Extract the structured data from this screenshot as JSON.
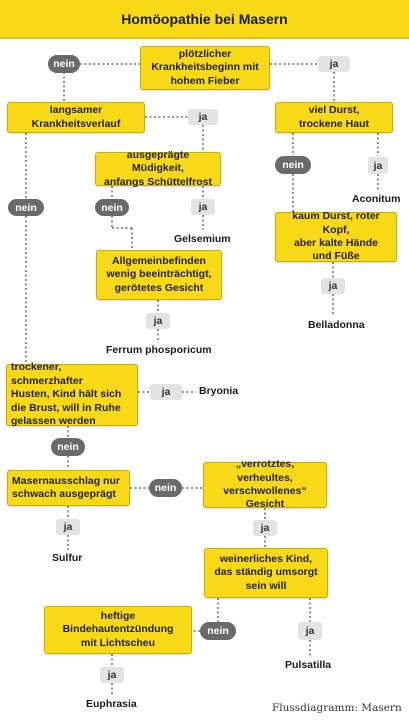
{
  "title": "Homöopathie bei Masern",
  "nodes": {
    "onset": "plötzlicher\nKrankheitsbeginn mit\nhohem Fieber",
    "slow": "langsamer\nKrankheitsverlauf",
    "thirst": "viel Durst,\ntrockene Haut",
    "fatigue": "ausgeprägte Müdigkeit,\nanfangs Schüttelfrost",
    "redhead": "kaum Durst, roter Kopf,\naber kalte Hände\nund Füße",
    "general": "Allgemeinbefinden\nwenig beeinträchtigt,\ngerötetes Gesicht",
    "cough": "trockener, schmerzhafter\nHusten, Kind hält sich\ndie Brust, will in Ruhe\ngelassen werden",
    "rash": "Masernausschlag nur\nschwach ausgeprägt",
    "swollen": "„verrotztes, verheultes,\nverschwollenes“\nGesicht",
    "weepy": "weinerliches Kind,\ndas ständig umsorgt\nsein will",
    "conjunct": "heftige\nBindehautentzündung\nmit Lichtscheu"
  },
  "labels": {
    "yes": "ja",
    "no": "nein"
  },
  "remedies": {
    "aconitum": "Aconitum",
    "gelsemium": "Gelsemium",
    "belladonna": "Belladonna",
    "ferrum": "Ferrum phosporicum",
    "bryonia": "Bryonia",
    "sulfur": "Sulfur",
    "pulsatilla": "Pulsatilla",
    "euphrasia": "Euphrasia"
  },
  "caption": "Flussdiagramm: Masern",
  "colors": {
    "box": "#f7d918",
    "nein_pill": "#6a6a6a",
    "ja_pill": "#e3e3e3"
  }
}
